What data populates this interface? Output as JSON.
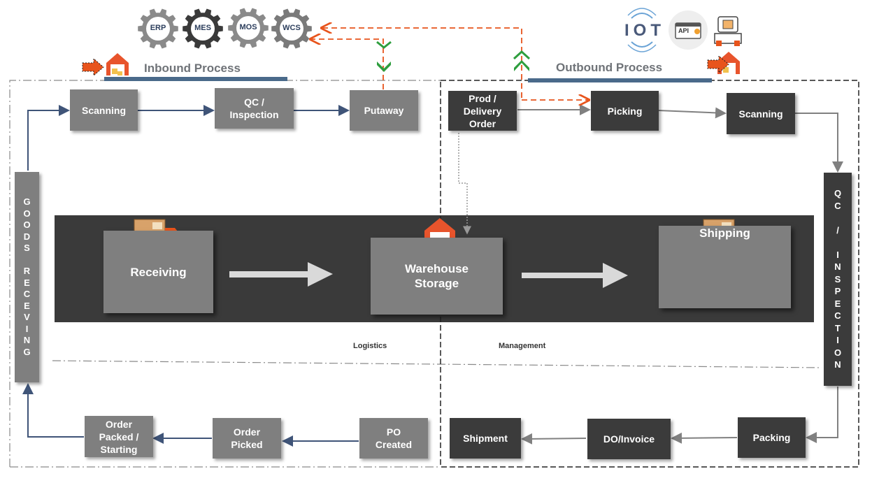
{
  "inbound": {
    "title": "Inbound Process",
    "scanning": "Scanning",
    "qc": "QC /\nInspection",
    "putaway": "Putaway",
    "goods_receiving": "GOODS RECEVING",
    "order_packed": "Order\nPacked /\nStarting",
    "order_picked": "Order\nPicked",
    "po_created": "PO\nCreated"
  },
  "outbound": {
    "title": "Outbound Process",
    "prod_order": "Prod /\nDelivery\nOrder",
    "picking": "Picking",
    "scanning": "Scanning",
    "qc_inspection": "QC / INSPECTION",
    "packing": "Packing",
    "do_invoice": "DO/Invoice",
    "shipment": "Shipment"
  },
  "band": {
    "receiving": "Receiving",
    "warehouse": "Warehouse\nStorage",
    "shipping": "Shipping"
  },
  "labels": {
    "logistics": "Logistics",
    "management": "Management"
  },
  "systems": [
    "ERP",
    "MES",
    "MOS",
    "WCS"
  ],
  "tech": {
    "iot": "IOT",
    "api": "API"
  },
  "colors": {
    "box_grey": "#7f7f7f",
    "box_dark": "#3b3b3b",
    "band": "#3a3a3a",
    "accent_orange": "#e8541c",
    "arrow_blue": "#3f5478",
    "arrow_grey": "#808080"
  }
}
